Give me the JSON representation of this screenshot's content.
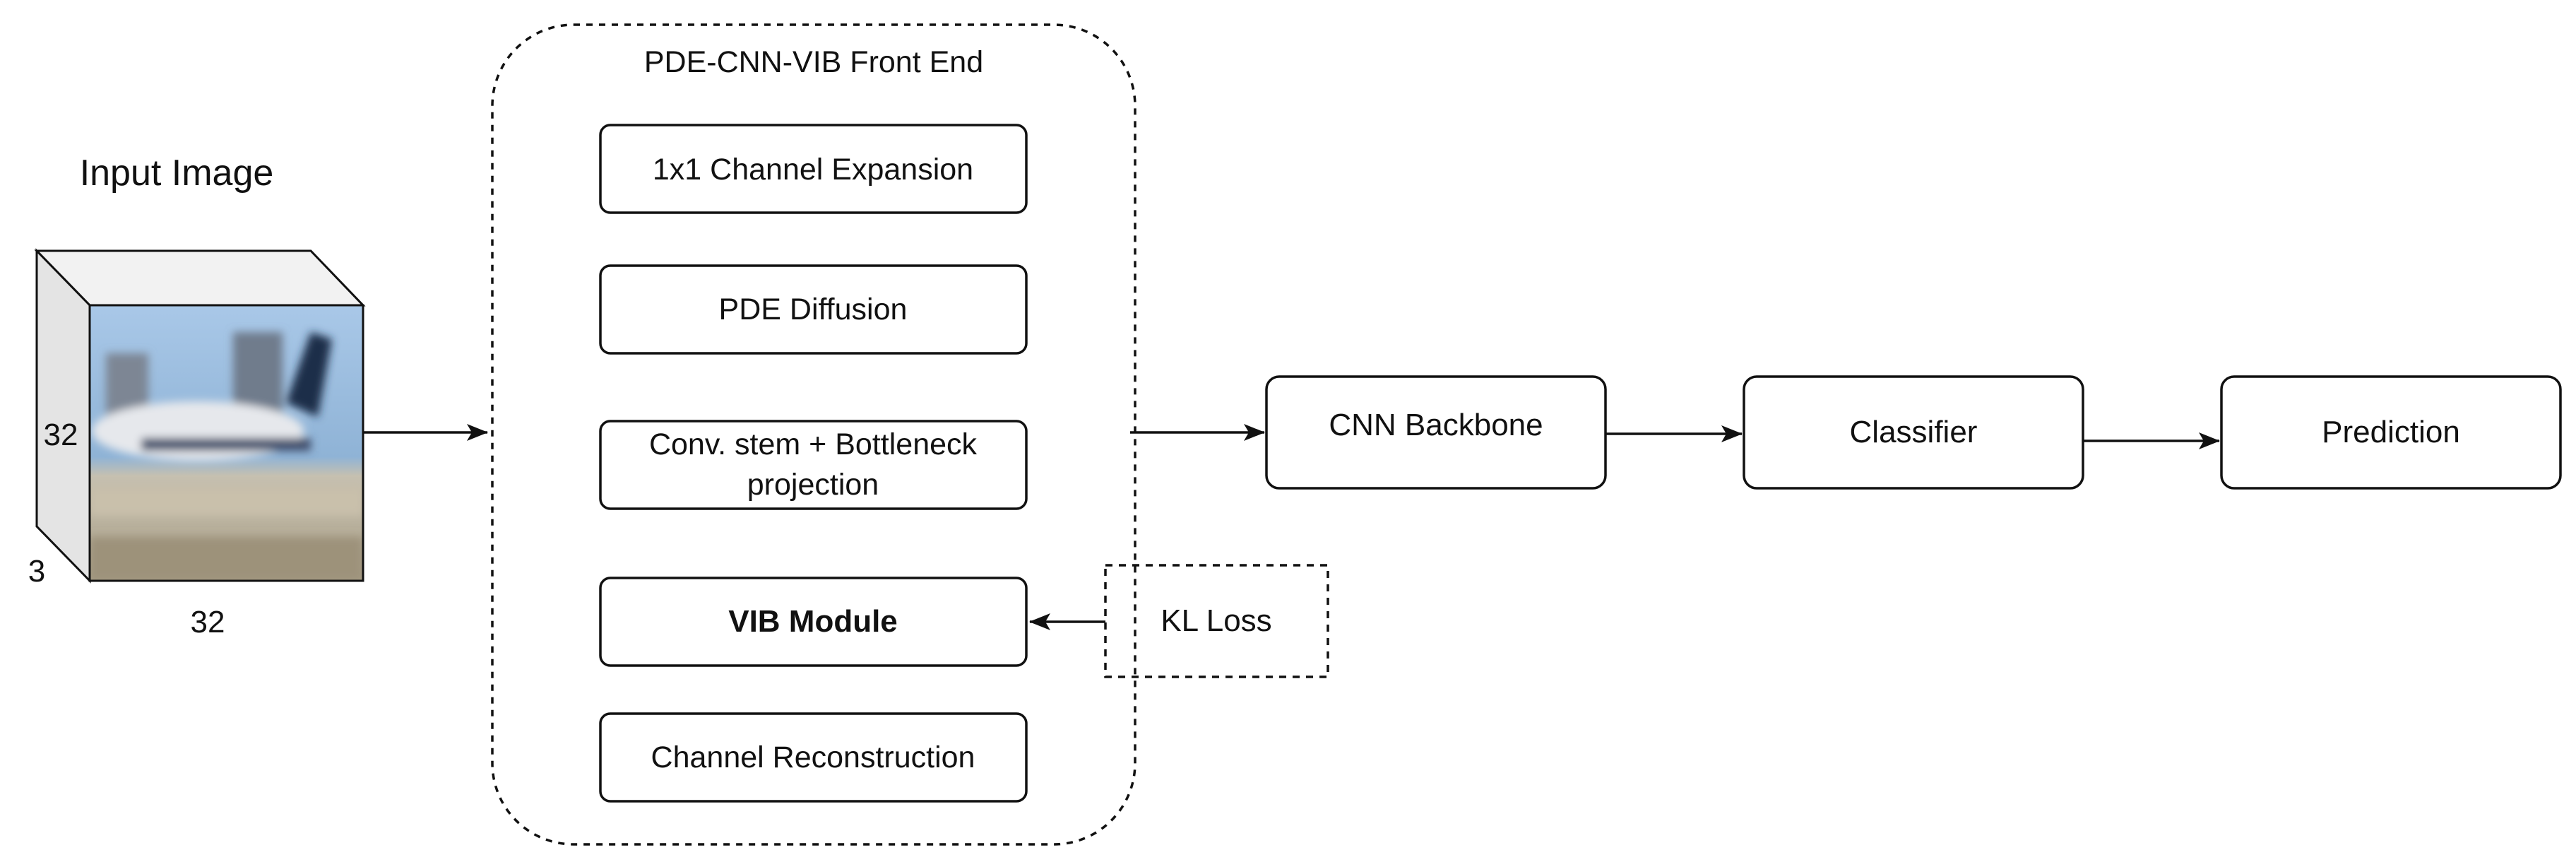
{
  "input": {
    "title": "Input Image",
    "height_label": "32",
    "depth_label": "3",
    "width_label": "32"
  },
  "front_end": {
    "title": "PDE-CNN-VIB Front End",
    "modules": [
      {
        "lines": [
          "1x1 Channel Expansion"
        ],
        "bold": false
      },
      {
        "lines": [
          "PDE Diffusion"
        ],
        "bold": false
      },
      {
        "lines": [
          "Conv. stem + Bottleneck",
          "projection"
        ],
        "bold": false
      },
      {
        "lines": [
          "VIB Module"
        ],
        "bold": true
      },
      {
        "lines": [
          "Channel Reconstruction"
        ],
        "bold": false
      }
    ]
  },
  "kl_loss": {
    "label": "KL Loss"
  },
  "pipeline": {
    "backbone": "CNN Backbone",
    "classifier": "Classifier",
    "prediction": "Prediction"
  },
  "colors": {
    "stroke": "#111111",
    "cube_side": "#e4e4e4",
    "cube_top": "#f2f2f2",
    "sky": "#8fb6dd",
    "ground": "#b8b09c"
  }
}
